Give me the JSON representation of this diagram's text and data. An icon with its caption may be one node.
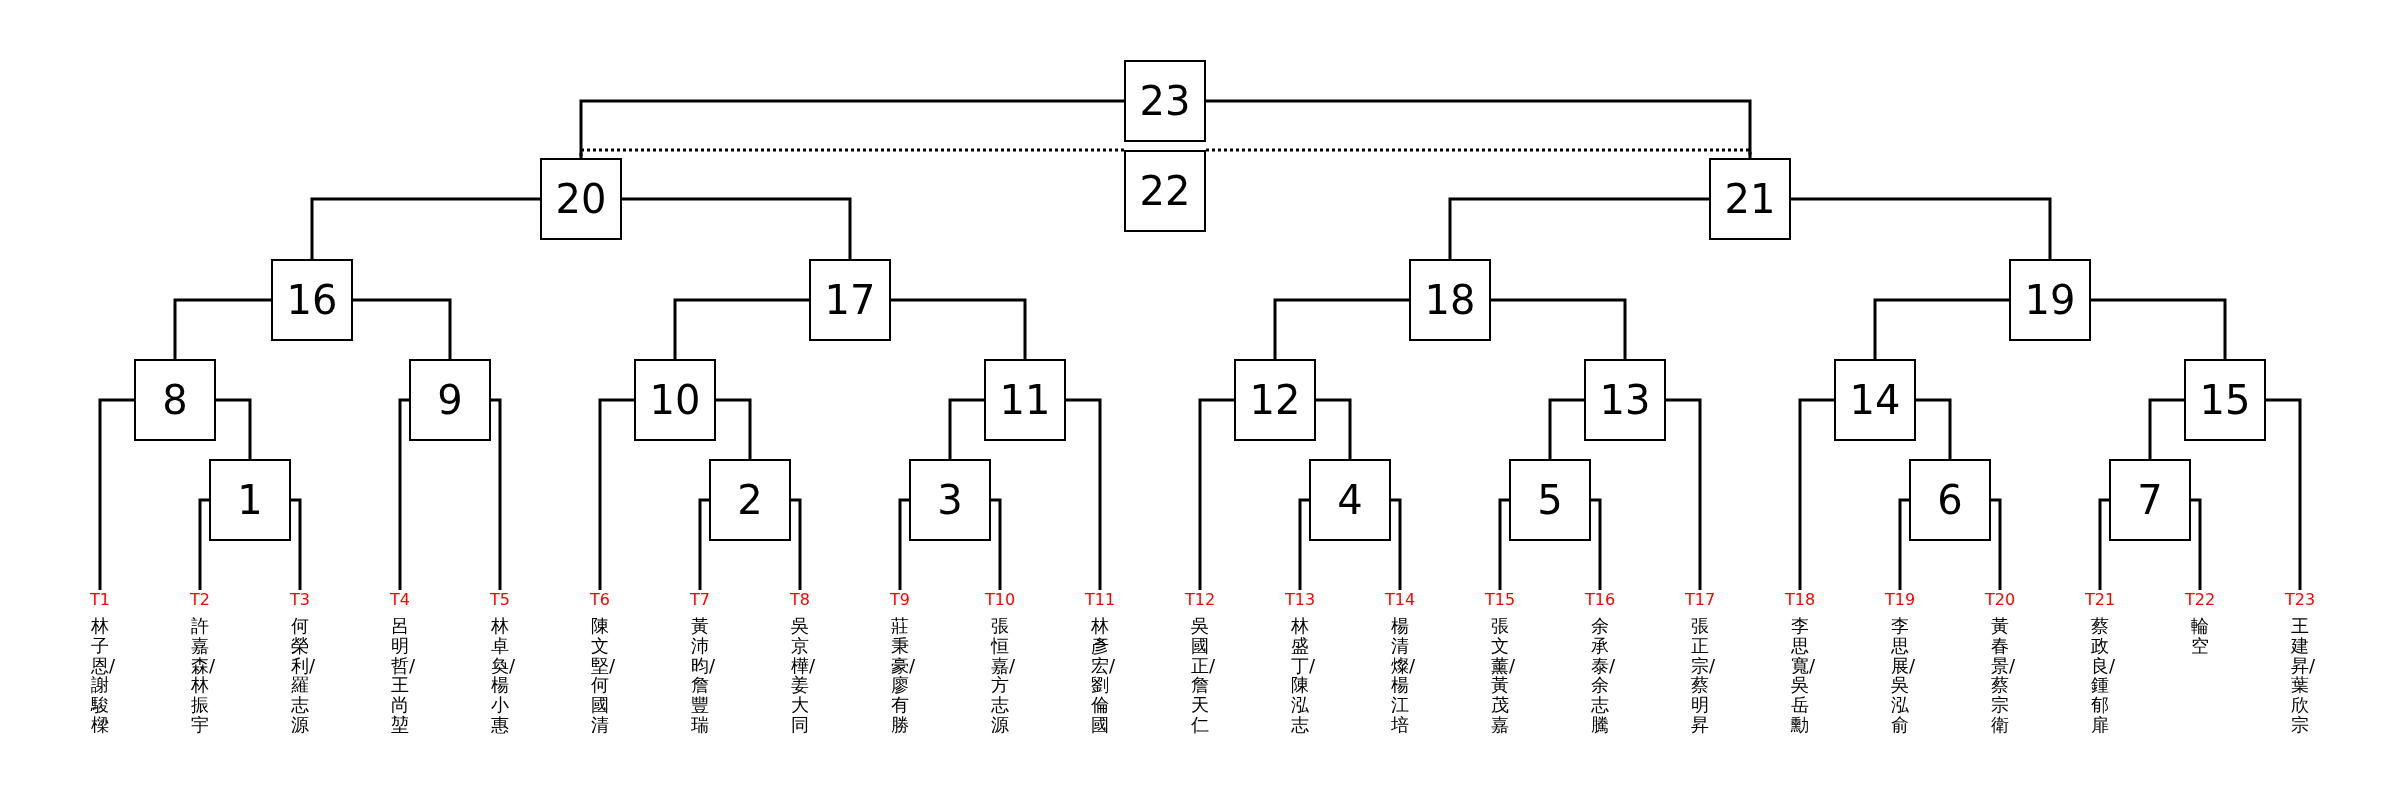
{
  "diagram": {
    "nodes": [
      {
        "text": [
          "1"
        ]
      },
      {
        "text": [
          "2"
        ]
      },
      {
        "text": [
          "3"
        ]
      },
      {
        "text": [
          "4"
        ]
      },
      {
        "text": [
          "5"
        ]
      },
      {
        "text": [
          "6"
        ]
      },
      {
        "text": [
          "7"
        ]
      },
      {
        "text": [
          "8"
        ]
      },
      {
        "text": [
          "9"
        ]
      },
      {
        "text": [
          "10"
        ]
      },
      {
        "text": [
          "11"
        ]
      },
      {
        "text": [
          "12"
        ]
      },
      {
        "text": [
          "13"
        ]
      },
      {
        "text": [
          "14"
        ]
      },
      {
        "text": [
          "15"
        ]
      },
      {
        "text": [
          "16"
        ]
      },
      {
        "text": [
          "17"
        ]
      },
      {
        "text": [
          "18"
        ]
      },
      {
        "text": [
          "19"
        ]
      },
      {
        "text": [
          "20"
        ]
      },
      {
        "text": [
          "21"
        ]
      },
      {
        "text": [
          "22"
        ]
      },
      {
        "text": [
          "23"
        ]
      },
      {
        "text": [
          "T1",
          "林子恩/謝駿樑"
        ]
      },
      {
        "text": [
          "T2",
          "許嘉森/林振宇"
        ]
      },
      {
        "text": [
          "T3",
          "何榮利/羅志源"
        ]
      },
      {
        "text": [
          "T4",
          "呂明哲/王尚堃"
        ]
      },
      {
        "text": [
          "T5",
          "林卓奐/楊小惠"
        ]
      },
      {
        "text": [
          "T6",
          "陳文堅/何國清"
        ]
      },
      {
        "text": [
          "T7",
          "黃沛昀/詹豐瑞"
        ]
      },
      {
        "text": [
          "T8",
          "吳京樺/姜大同"
        ]
      },
      {
        "text": [
          "T9",
          "莊秉豪/廖有勝"
        ]
      },
      {
        "text": [
          "T10",
          "張恒嘉/方志源"
        ]
      },
      {
        "text": [
          "T11",
          "林彥宏/劉倫國"
        ]
      },
      {
        "text": [
          "T12",
          "吳國正/詹天仁"
        ]
      },
      {
        "text": [
          "T13",
          "林盛丁/陳泓志"
        ]
      },
      {
        "text": [
          "T14",
          "楊清燦/楊江培"
        ]
      },
      {
        "text": [
          "T15",
          "張文薰/黃茂嘉"
        ]
      },
      {
        "text": [
          "T16",
          "余承泰/余志騰"
        ]
      },
      {
        "text": [
          "T17",
          "張正宗/蔡明昇"
        ]
      },
      {
        "text": [
          "T18",
          "李思寬/吳岳勳"
        ]
      },
      {
        "text": [
          "T19",
          "李思展/吳泓俞"
        ]
      },
      {
        "text": [
          "T20",
          "黃春景/蔡宗衛"
        ]
      },
      {
        "text": [
          "T21",
          "蔡政良/鍾郁扉"
        ]
      },
      {
        "text": [
          "T22",
          "輪空"
        ]
      },
      {
        "text": [
          "T23",
          "王建昇/葉欣宗"
        ]
      }
    ],
    "edges": [
      {
        "from": 0,
        "to": 24,
        "arrow": "none"
      },
      {
        "from": 0,
        "to": 25,
        "arrow": "none"
      },
      {
        "from": 1,
        "to": 29,
        "arrow": "none"
      },
      {
        "from": 1,
        "to": 30,
        "arrow": "none"
      },
      {
        "from": 2,
        "to": 31,
        "arrow": "none"
      },
      {
        "from": 2,
        "to": 32,
        "arrow": "none"
      },
      {
        "from": 3,
        "to": 35,
        "arrow": "none"
      },
      {
        "from": 3,
        "to": 36,
        "arrow": "none"
      },
      {
        "from": 4,
        "to": 37,
        "arrow": "none"
      },
      {
        "from": 4,
        "to": 38,
        "arrow": "none"
      },
      {
        "from": 5,
        "to": 41,
        "arrow": "none"
      },
      {
        "from": 5,
        "to": 42,
        "arrow": "none"
      },
      {
        "from": 6,
        "to": 43,
        "arrow": "none"
      },
      {
        "from": 6,
        "to": 44,
        "arrow": "none"
      },
      {
        "from": 7,
        "to": 23,
        "arrow": "none"
      },
      {
        "from": 7,
        "to": 0,
        "arrow": "none"
      },
      {
        "from": 8,
        "to": 26,
        "arrow": "none"
      },
      {
        "from": 8,
        "to": 27,
        "arrow": "none"
      },
      {
        "from": 9,
        "to": 28,
        "arrow": "none"
      },
      {
        "from": 9,
        "to": 1,
        "arrow": "none"
      },
      {
        "from": 10,
        "to": 2,
        "arrow": "none"
      },
      {
        "from": 10,
        "to": 33,
        "arrow": "none"
      },
      {
        "from": 11,
        "to": 34,
        "arrow": "none"
      },
      {
        "from": 11,
        "to": 3,
        "arrow": "none"
      },
      {
        "from": 12,
        "to": 4,
        "arrow": "none"
      },
      {
        "from": 12,
        "to": 39,
        "arrow": "none"
      },
      {
        "from": 13,
        "to": 40,
        "arrow": "none"
      },
      {
        "from": 13,
        "to": 5,
        "arrow": "none"
      },
      {
        "from": 14,
        "to": 6,
        "arrow": "none"
      },
      {
        "from": 14,
        "to": 45,
        "arrow": "none"
      },
      {
        "from": 15,
        "to": 7,
        "arrow": "none"
      },
      {
        "from": 15,
        "to": 8,
        "arrow": "none"
      },
      {
        "from": 16,
        "to": 9,
        "arrow": "none"
      },
      {
        "from": 16,
        "to": 10,
        "arrow": "none"
      },
      {
        "from": 17,
        "to": 11,
        "arrow": "none"
      },
      {
        "from": 17,
        "to": 12,
        "arrow": "none"
      },
      {
        "from": 18,
        "to": 13,
        "arrow": "none"
      },
      {
        "from": 18,
        "to": 14,
        "arrow": "none"
      },
      {
        "from": 19,
        "to": 15,
        "arrow": "none"
      },
      {
        "from": 19,
        "to": 16,
        "arrow": "none"
      },
      {
        "from": 20,
        "to": 17,
        "arrow": "none"
      },
      {
        "from": 20,
        "to": 18,
        "arrow": "none"
      },
      {
        "from": 22,
        "to": 19,
        "arrow": "none"
      },
      {
        "from": 22,
        "to": 20,
        "arrow": "none"
      },
      {
        "from": 21,
        "to": 19,
        "arrow": "none",
        "style": "dashed"
      },
      {
        "from": 21,
        "to": 20,
        "arrow": "none",
        "style": "dashed"
      }
    ]
  }
}
